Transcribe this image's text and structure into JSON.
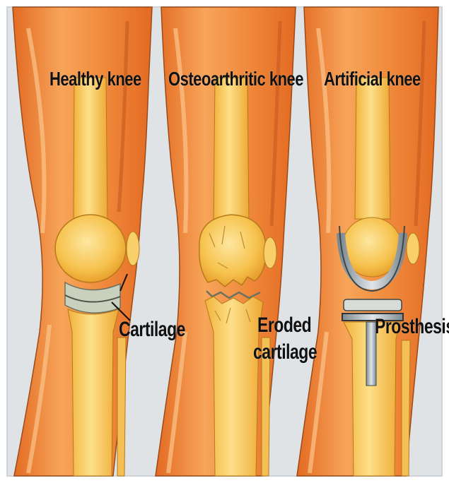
{
  "panels": [
    {
      "id": "healthy",
      "title": "Healthy knee",
      "callout": "Cartilage"
    },
    {
      "id": "osteo",
      "title": "Osteoarthritic knee",
      "callout_line1": "Eroded",
      "callout_line2": "cartilage"
    },
    {
      "id": "artificial",
      "title": "Artificial knee",
      "callout": "Prosthesis"
    }
  ],
  "colors": {
    "background": "#dfe3e6",
    "muscle_dark": "#e8732a",
    "muscle_light": "#f7b26a",
    "bone": "#f6c24d",
    "bone_highlight": "#fde08a",
    "cartilage": "#bfc6b4",
    "metal": "#a9b3b8",
    "label_text": "#111111"
  },
  "icons": [
    "healthy-knee-illustration",
    "osteoarthritic-knee-illustration",
    "artificial-knee-illustration"
  ]
}
